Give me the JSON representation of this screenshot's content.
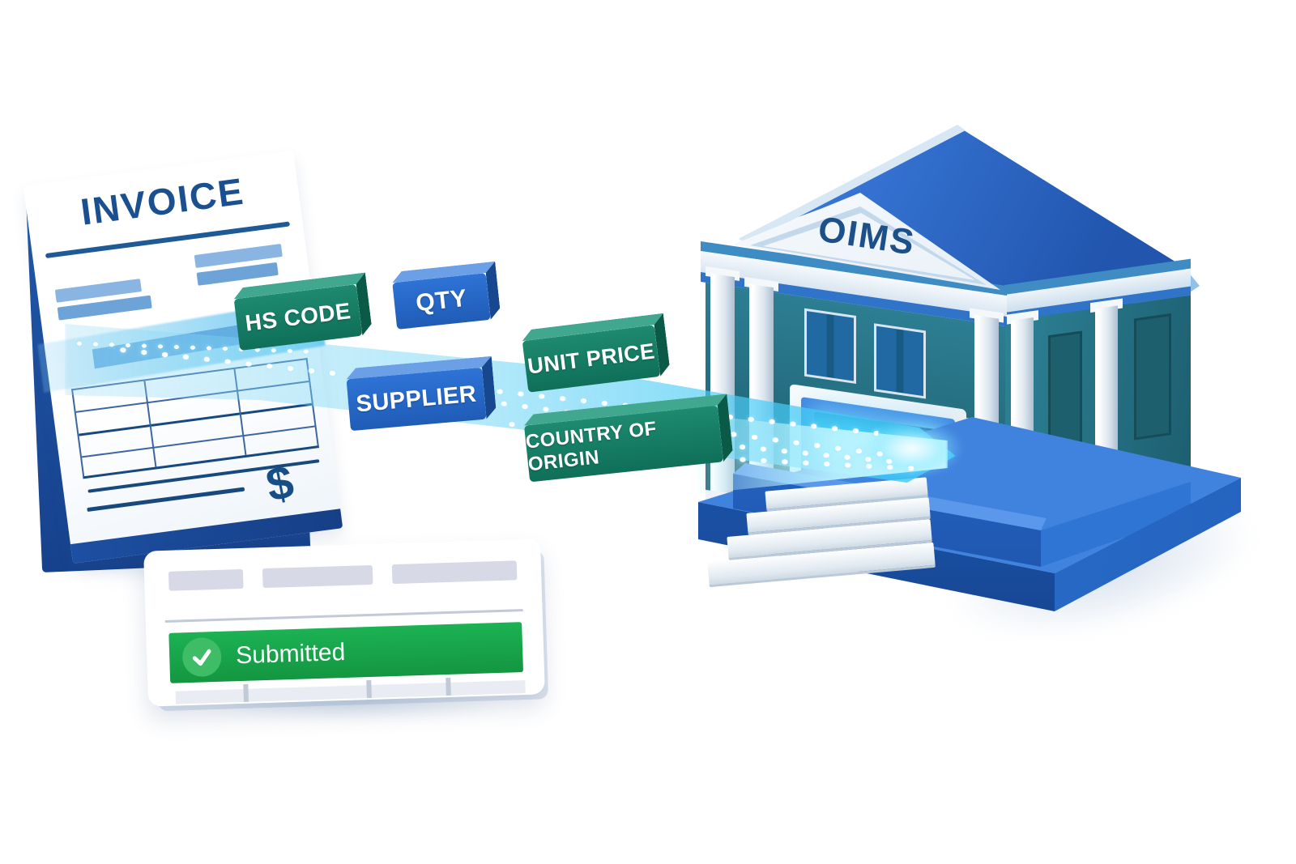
{
  "illustration": {
    "invoice": {
      "title": "INVOICE",
      "currency_symbol": "$"
    },
    "extracted_fields": [
      {
        "label": "HS CODE",
        "style": "green"
      },
      {
        "label": "QTY",
        "style": "blue"
      },
      {
        "label": "SUPPLIER",
        "style": "blue"
      },
      {
        "label": "UNIT PRICE",
        "style": "green"
      },
      {
        "label": "COUNTRY OF ORIGIN",
        "style": "green"
      }
    ],
    "destination_system": {
      "label": "OIMS"
    },
    "status_card": {
      "status": "Submitted",
      "icon": "check-circle-icon"
    }
  },
  "colors": {
    "tag_green_light": "#1e8a70",
    "tag_green_dark": "#0f6f59",
    "tag_blue_light": "#2e73d6",
    "tag_blue_dark": "#1f5cb6",
    "status_green_light": "#1cb254",
    "status_green_dark": "#149641",
    "invoice_navy": "#1b5090",
    "building_roof_blue": "#2a66c8",
    "building_wall_teal": "#2d7f93",
    "beam_cyan": "#4fc9f0",
    "paper_backing_blue": "#1d4fa2"
  }
}
